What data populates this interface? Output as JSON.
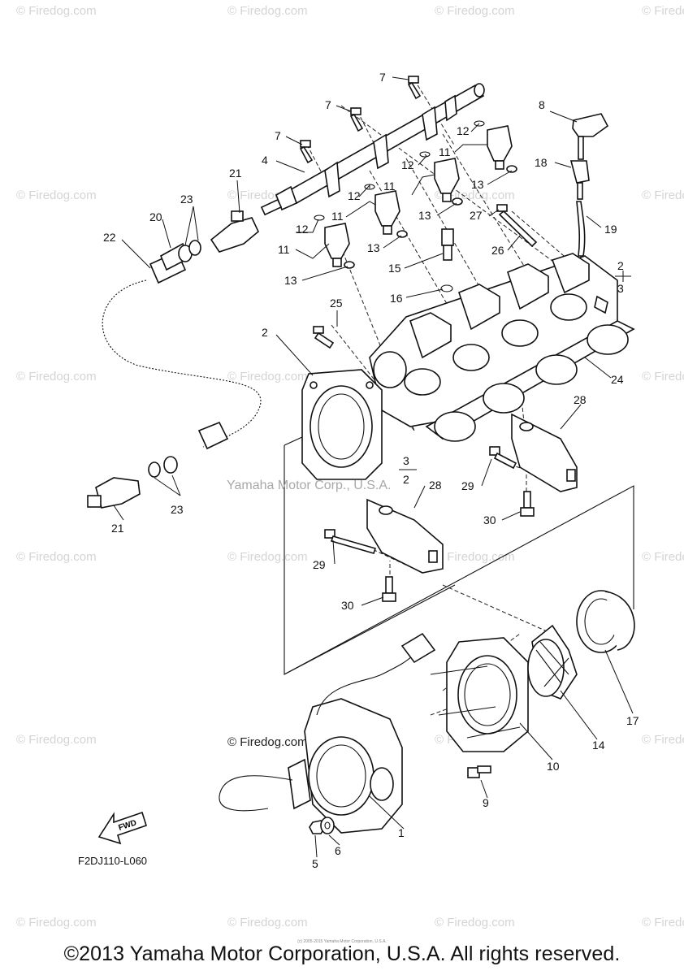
{
  "watermark": "© Firedog.com",
  "center_watermark": "Yamaha Motor Corp., U.S.A.",
  "callouts": {
    "c1": "1",
    "c2a": "2",
    "c2b": "2",
    "c2c": "2",
    "c3a": "3",
    "c3b": "3",
    "c4": "4",
    "c5": "5",
    "c6": "6",
    "c7a": "7",
    "c7b": "7",
    "c7c": "7",
    "c8": "8",
    "c9": "9",
    "c10": "10",
    "c11a": "11",
    "c11b": "11",
    "c11c": "11",
    "c11d": "11",
    "c12a": "12",
    "c12b": "12",
    "c12c": "12",
    "c12d": "12",
    "c13a": "13",
    "c13b": "13",
    "c13c": "13",
    "c13d": "13",
    "c14": "14",
    "c15": "15",
    "c16": "16",
    "c17": "17",
    "c18": "18",
    "c19": "19",
    "c20": "20",
    "c21a": "21",
    "c21b": "21",
    "c22": "22",
    "c23a": "23",
    "c23b": "23",
    "c24": "24",
    "c25": "25",
    "c26": "26",
    "c27": "27",
    "c28a": "28",
    "c28b": "28",
    "c29a": "29",
    "c29b": "29",
    "c30a": "30",
    "c30b": "30"
  },
  "fwd_label": "FWD",
  "diagram_code": "F2DJ110-L060",
  "fine_print": "(c) 2005-2015 Yamaha Motor Corporation, U.S.A.",
  "copyright": "©2013 Yamaha Motor Corporation, U.S.A. All rights reserved."
}
